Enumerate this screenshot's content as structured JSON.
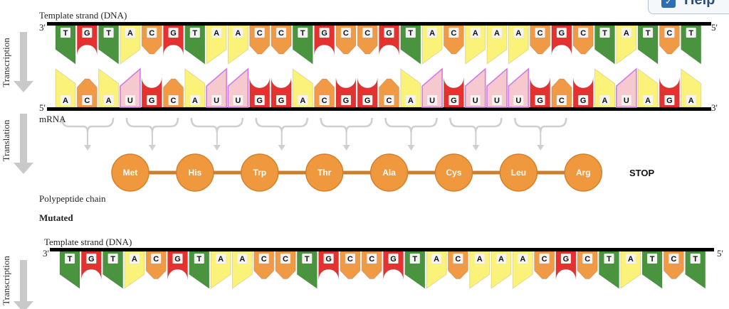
{
  "help_button": {
    "label": "Help",
    "icon": "check-icon"
  },
  "original": {
    "label_template": "Template strand (DNA)",
    "end_3": "3'",
    "end_5": "5'",
    "dna": [
      "T",
      "G",
      "T",
      "A",
      "C",
      "G",
      "T",
      "A",
      "A",
      "C",
      "C",
      "T",
      "G",
      "C",
      "C",
      "G",
      "T",
      "A",
      "C",
      "A",
      "A",
      "A",
      "C",
      "G",
      "C",
      "T",
      "A",
      "T",
      "C",
      "T"
    ],
    "rna": [
      "A",
      "C",
      "A",
      "U",
      "G",
      "C",
      "A",
      "U",
      "U",
      "G",
      "G",
      "A",
      "C",
      "G",
      "G",
      "C",
      "A",
      "U",
      "G",
      "U",
      "U",
      "U",
      "G",
      "C",
      "G",
      "A",
      "U",
      "A",
      "G",
      "A"
    ],
    "mrna_end_5": "5'",
    "mrna_end_3": "3'",
    "label_mrna": "mRNA",
    "amino_acids": [
      "Met",
      "His",
      "Trp",
      "Thr",
      "Ala",
      "Cys",
      "Leu",
      "Arg"
    ],
    "stop_label": "STOP",
    "label_polypeptide": "Polypeptide chain"
  },
  "process_labels": {
    "transcription": "Transcription",
    "translation": "Translation"
  },
  "mutated": {
    "heading": "Mutated",
    "label_template": "Template strand (DNA)",
    "end_3": "3'",
    "end_5": "5'",
    "dna": [
      "T",
      "G",
      "T",
      "A",
      "C",
      "G",
      "T",
      "A",
      "A",
      "C",
      "C",
      "T",
      "G",
      "C",
      "C",
      "G",
      "T",
      "A",
      "C",
      "A",
      "A",
      "A",
      "C",
      "G",
      "C",
      "T",
      "A",
      "T",
      "C",
      "T"
    ]
  },
  "colors": {
    "A": "#fbf27a",
    "T": "#4a9440",
    "G": "#e53230",
    "C": "#f09a46",
    "U": "#f5c9ce",
    "amino": "#f0983e"
  }
}
